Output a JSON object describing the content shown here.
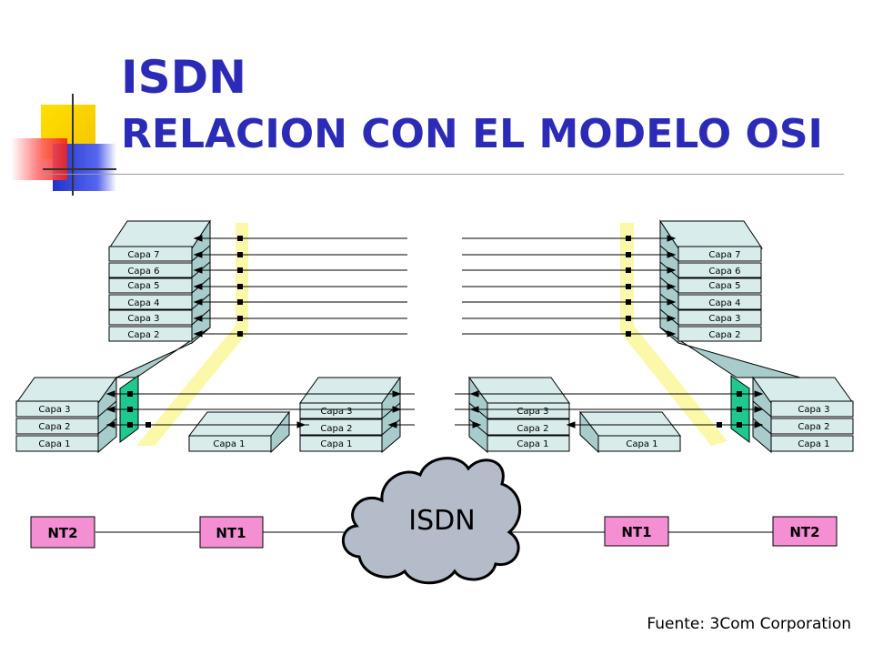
{
  "title_line1": "ISDN",
  "title_line2": "RELACION CON EL MODELO OSI",
  "source": "Fuente: 3Com Corporation",
  "layers": {
    "capa7": "Capa 7",
    "capa6": "Capa 6",
    "capa5": "Capa 5",
    "capa4": "Capa 4",
    "capa3": "Capa 3",
    "capa2": "Capa 2",
    "capa1": "Capa 1"
  },
  "cloud_label": "ISDN",
  "devices": {
    "nt2": "NT2",
    "nt1": "NT1"
  },
  "colors": {
    "title": "#2b2bb8",
    "box_face": "#d8ecec",
    "box_side": "#a8cccc",
    "green_panel": "#1fc88f",
    "yellow_panel": "#fbf7a0",
    "device": "#f58fd4",
    "cloud": "#b4bcc9"
  }
}
